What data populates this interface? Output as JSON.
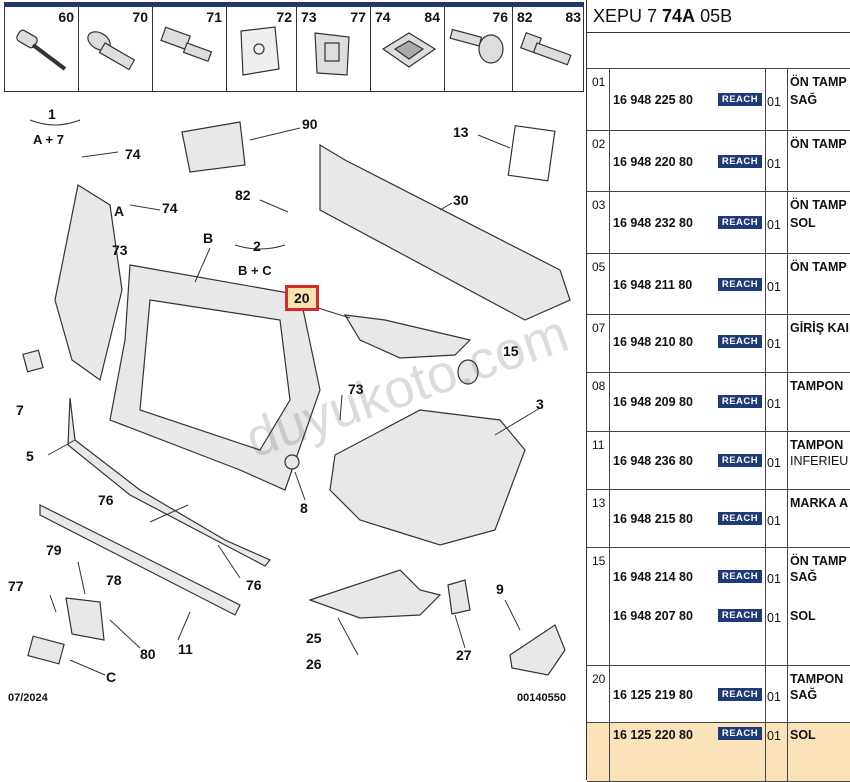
{
  "strip": {
    "cells": [
      {
        "label": "60"
      },
      {
        "label": "70"
      },
      {
        "label": "71"
      },
      {
        "label": "72"
      },
      {
        "label": "73"
      },
      {
        "label": "77"
      },
      {
        "label": "74"
      },
      {
        "label": "84"
      },
      {
        "label": "76"
      },
      {
        "label": "82"
      },
      {
        "label": "83"
      }
    ]
  },
  "diagram": {
    "callouts": {
      "c1": "1",
      "c1sub": "A + 7",
      "c2": "2",
      "c2sub": "B + C",
      "c3": "3",
      "c5": "5",
      "c7": "7",
      "c8": "8",
      "c9": "9",
      "c11": "11",
      "c13": "13",
      "c15": "15",
      "c20": "20",
      "c25": "25",
      "c26": "26",
      "c27": "27",
      "c30": "30",
      "c73a": "73",
      "c73b": "73",
      "c74a": "74",
      "c74b": "74",
      "c76a": "76",
      "c76b": "76",
      "c77": "77",
      "c78": "78",
      "c79": "79",
      "c80": "80",
      "c82": "82",
      "c90": "90",
      "cA": "A",
      "cB": "B",
      "cC": "C"
    },
    "footer_date": "07/2024",
    "footer_code": "00140550",
    "watermark": "duyukoto.com"
  },
  "ref": {
    "prefix": "XEPU 7 ",
    "bold": "74A",
    "suffix": " 05B"
  },
  "table": {
    "reach_label": "REACH",
    "rows": [
      {
        "code": "01",
        "pn": "16 948 225 80",
        "qty": "01",
        "desc": "ÖN TAMP",
        "side": "SAĞ"
      },
      {
        "code": "02",
        "pn": "16 948 220 80",
        "qty": "01",
        "desc": "ÖN TAMP",
        "side": ""
      },
      {
        "code": "03",
        "pn": "16 948 232 80",
        "qty": "01",
        "desc": "ÖN TAMP",
        "side": "SOL"
      },
      {
        "code": "05",
        "pn": "16 948 211 80",
        "qty": "01",
        "desc": "ÖN TAMP",
        "side": ""
      },
      {
        "code": "07",
        "pn": "16 948 210 80",
        "qty": "01",
        "desc": "GİRİŞ KAI",
        "side": ""
      },
      {
        "code": "08",
        "pn": "16 948 209 80",
        "qty": "01",
        "desc": "TAMPON",
        "side": ""
      },
      {
        "code": "11",
        "pn": "16 948 236 80",
        "qty": "01",
        "desc": "TAMPON",
        "side": "INFERIEU"
      },
      {
        "code": "13",
        "pn": "16 948 215 80",
        "qty": "01",
        "desc": "MARKA A",
        "side": ""
      },
      {
        "code": "15",
        "pn": "16 948 214 80",
        "qty": "01",
        "desc": "ÖN TAMP",
        "side": "SAĞ",
        "pn2": "16 948 207 80",
        "qty2": "01",
        "side2": "SOL"
      },
      {
        "code": "20",
        "pn": "16 125 219 80",
        "qty": "01",
        "desc": "TAMPON",
        "side": "SAĞ"
      },
      {
        "code": "",
        "pn": "16 125 220 80",
        "qty": "01",
        "desc": "",
        "side": "SOL"
      }
    ]
  }
}
